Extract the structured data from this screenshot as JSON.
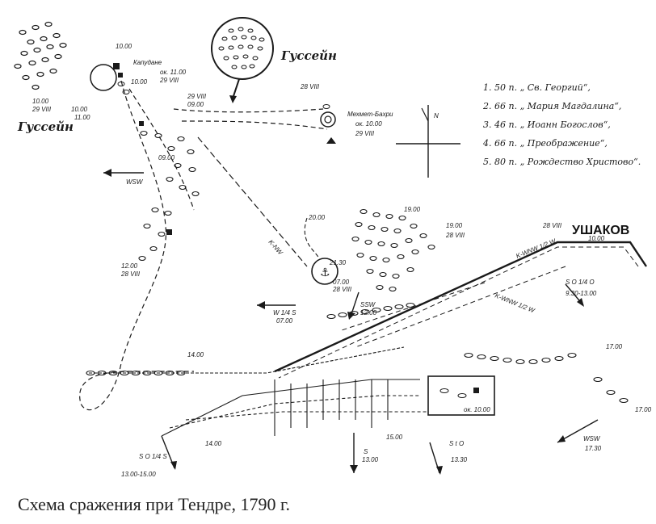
{
  "caption": "Схема сражения при Тендре, 1790 г.",
  "commanders": {
    "turk_main": "Гуссейн",
    "turk_left": "Гуссейн",
    "russian": "УШАКОВ"
  },
  "turkish_flag_labels": {
    "kapudane": "Капудане",
    "kapudane_time": "ок. 11.00",
    "kapudane_date": "29 VIII",
    "mekhmet": "Мехмет-Бахри",
    "mekhmet_time": "ок. 10.00",
    "mekhmet_date": "29 VIII"
  },
  "legend": [
    "1. 50 п. „ Св. Георгий“,",
    "2. 66 п. „ Мария Магдалина“,",
    "3. 46 п. „ Иоанн Богослов“,",
    "4. 66 п. „ Преображение“,",
    "5. 80 п. „ Рождество Христово“."
  ],
  "compass": {
    "north": "N"
  },
  "winds": [
    {
      "dir": "WSW",
      "time": ""
    },
    {
      "dir": "W 1/4 S",
      "time": "07.00"
    },
    {
      "dir": "SSW",
      "time": "12.00"
    },
    {
      "dir": "S",
      "time": "13.00"
    },
    {
      "dir": "S t O",
      "time": "13.30"
    },
    {
      "dir": "S O 1/4 S",
      "time": "13.00-15.00"
    },
    {
      "dir": "S O 1/4 O",
      "time": "9.30-13.00"
    },
    {
      "dir": "WSW",
      "time": "17.30"
    }
  ],
  "courses": [
    "K-NW",
    "K-WNW 1/2 W",
    "K-WNW 1/2 W"
  ],
  "times": {
    "t1": "10.00",
    "t2": "29 VIII",
    "t3": "10.00",
    "t4": "11.00",
    "t5": "10.00",
    "t6": "29 VIII",
    "t7": "09.00",
    "t8": "28 VIII",
    "t9": "09.00",
    "t10": "12.00",
    "t11": "28 VIII",
    "t12": "19.00",
    "t13": "20.00",
    "t14": "19.00",
    "t15": "28 VIII",
    "t16": "28 VIII",
    "t17": "10.00",
    "t18": "21.30",
    "t19": "07.00",
    "t20": "28 VIII",
    "t21": "14.00",
    "t22": "14.00",
    "t23": "17.00",
    "t24": "17.00",
    "t25": "15.00",
    "t26": "ок. 10.00"
  },
  "anchor_label": "1"
}
